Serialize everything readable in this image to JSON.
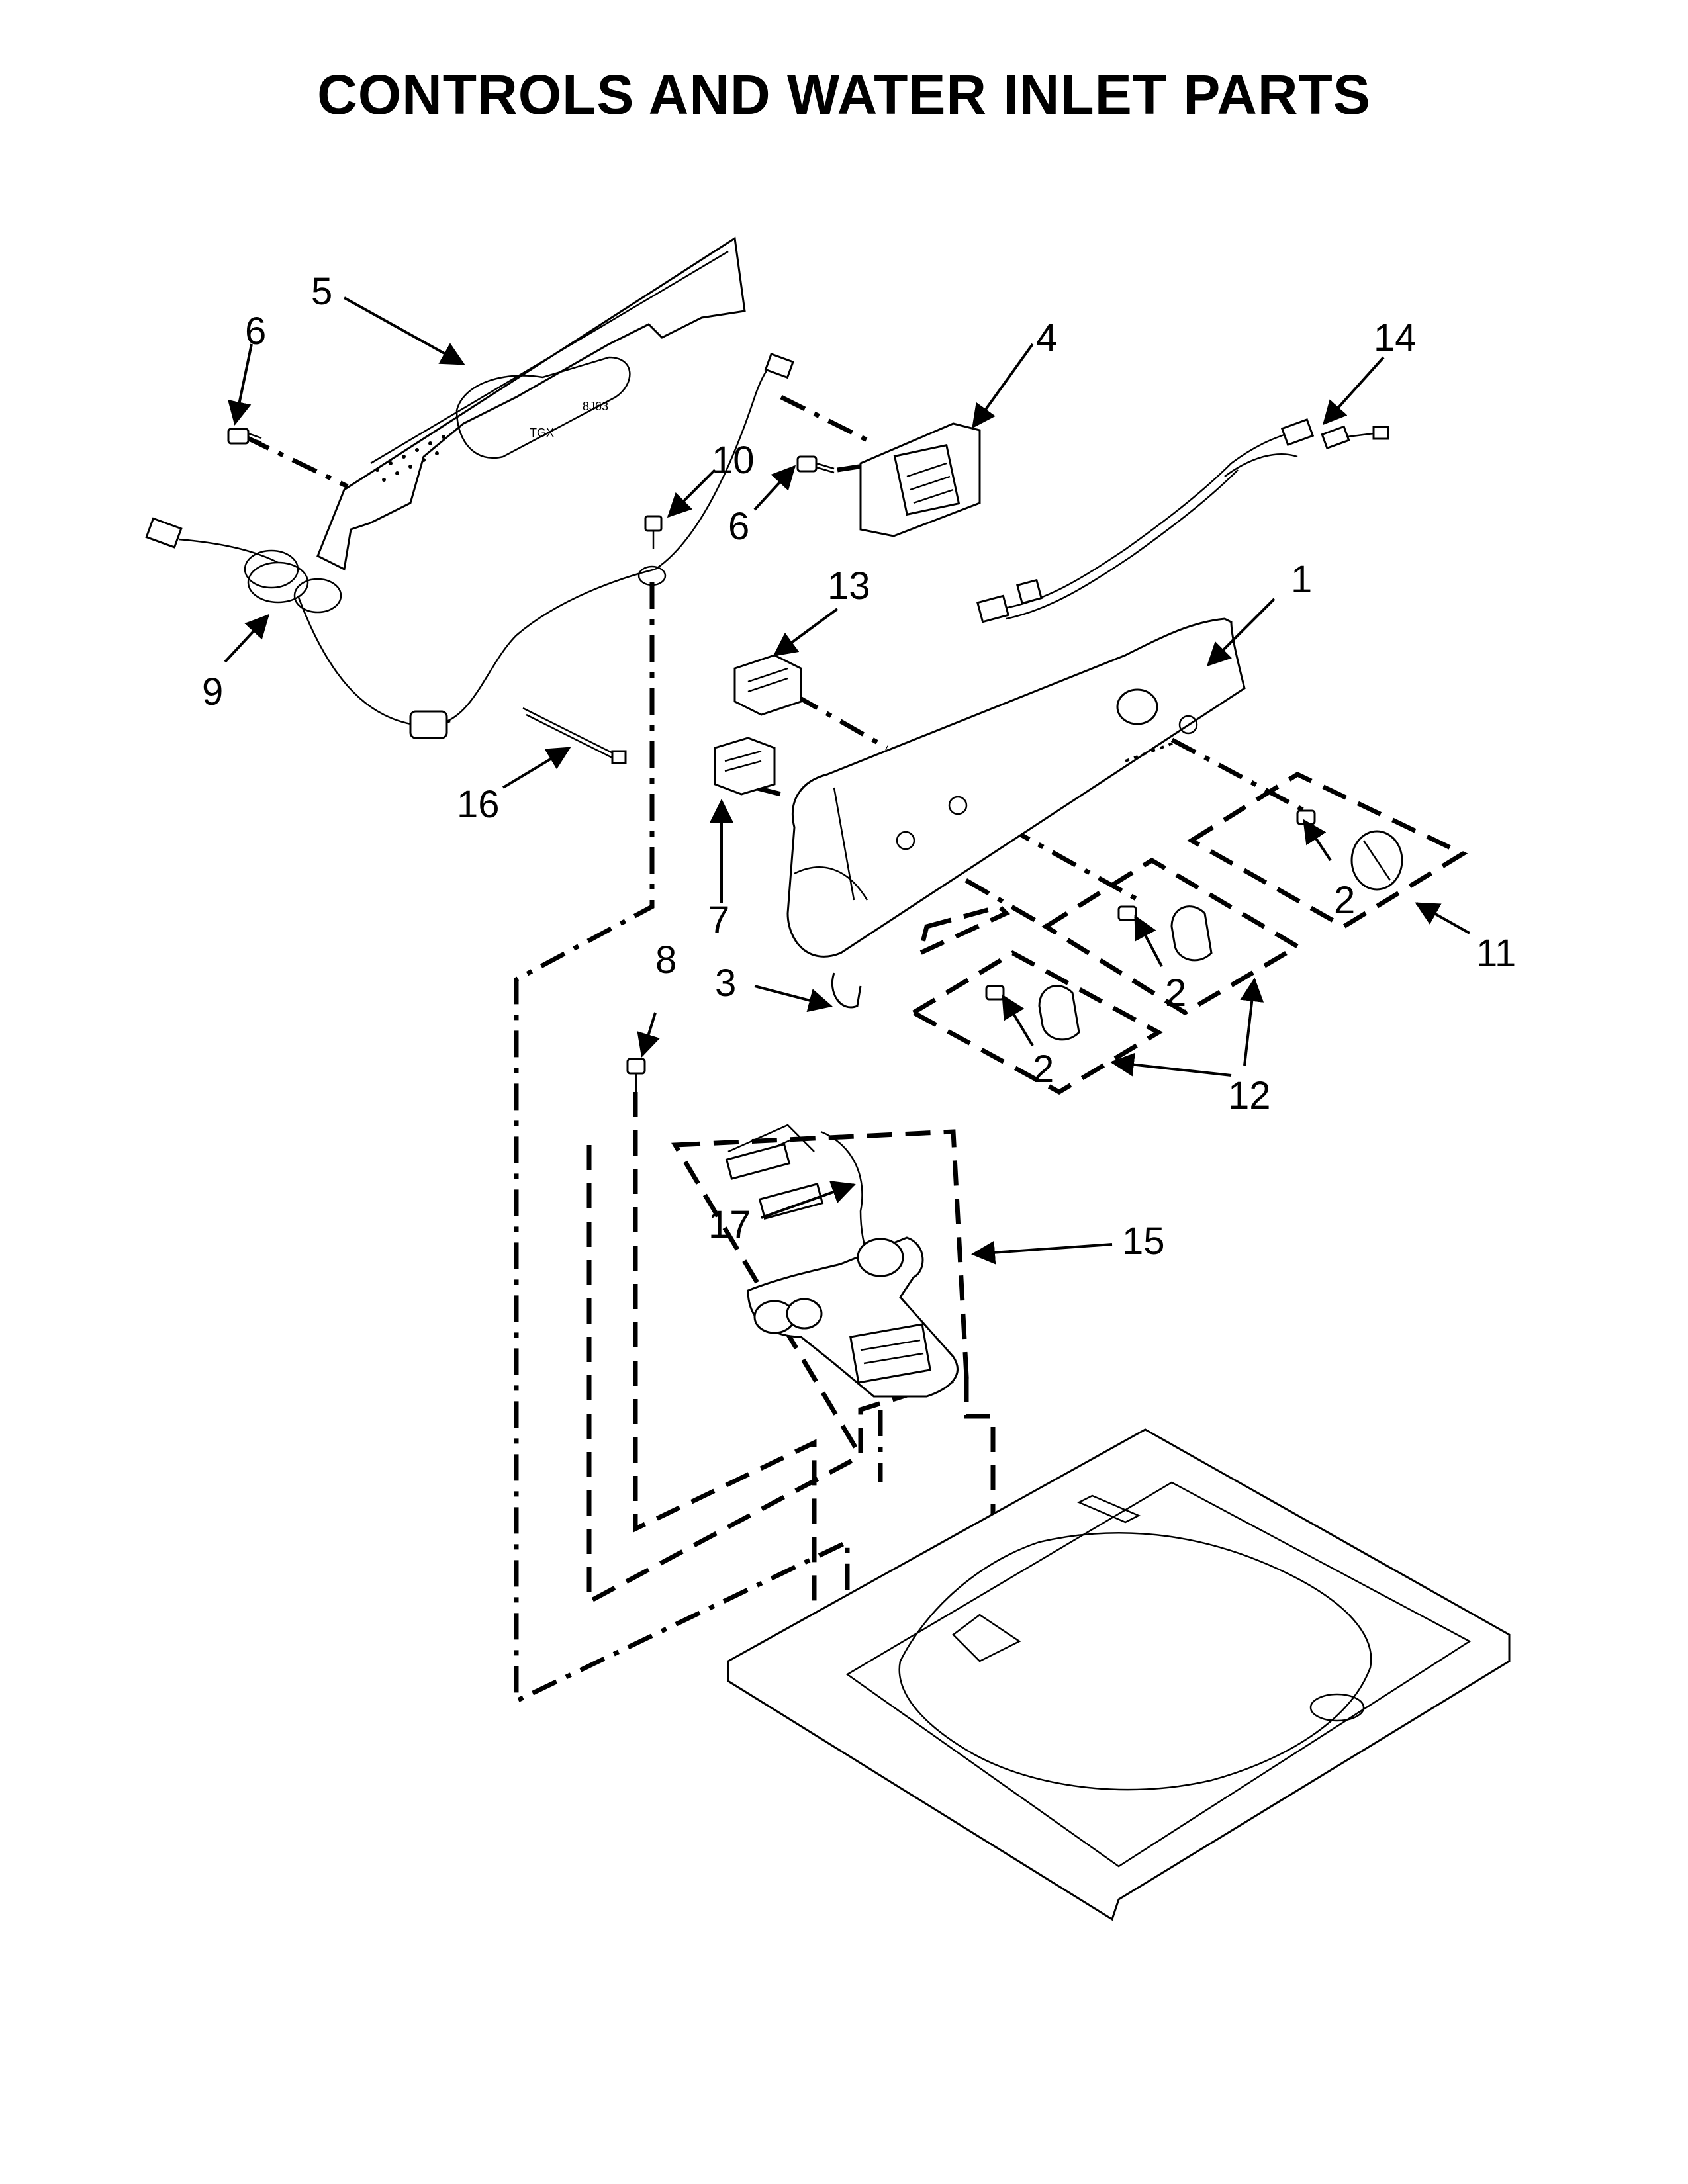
{
  "title": "CONTROLS AND WATER INLET PARTS",
  "callouts": [
    {
      "id": "c1",
      "text": "1"
    },
    {
      "id": "c2a",
      "text": "2"
    },
    {
      "id": "c2b",
      "text": "2"
    },
    {
      "id": "c2c",
      "text": "2"
    },
    {
      "id": "c3",
      "text": "3"
    },
    {
      "id": "c4",
      "text": "4"
    },
    {
      "id": "c5",
      "text": "5"
    },
    {
      "id": "c6a",
      "text": "6"
    },
    {
      "id": "c6b",
      "text": "6"
    },
    {
      "id": "c7",
      "text": "7"
    },
    {
      "id": "c8",
      "text": "8"
    },
    {
      "id": "c9",
      "text": "9"
    },
    {
      "id": "c10",
      "text": "10"
    },
    {
      "id": "c11",
      "text": "11"
    },
    {
      "id": "c12",
      "text": "12"
    },
    {
      "id": "c13",
      "text": "13"
    },
    {
      "id": "c14",
      "text": "14"
    },
    {
      "id": "c15",
      "text": "15"
    },
    {
      "id": "c16",
      "text": "16"
    },
    {
      "id": "c17",
      "text": "17"
    }
  ],
  "console_texts": {
    "left": "TGX",
    "right": "8J63"
  }
}
